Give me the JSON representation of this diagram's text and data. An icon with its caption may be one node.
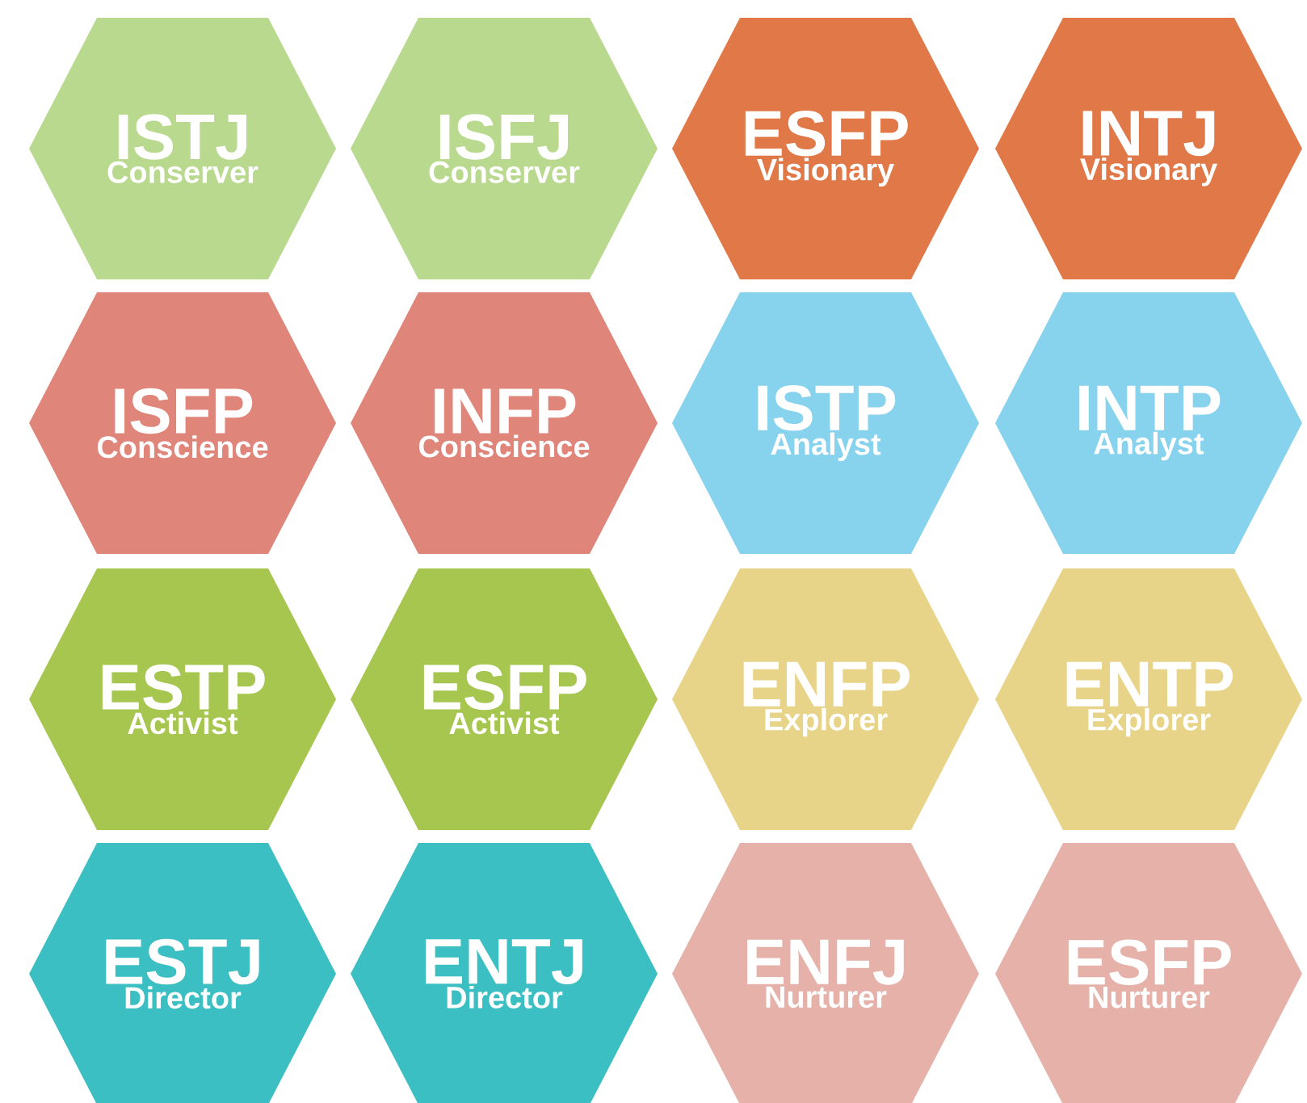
{
  "diagram": {
    "nodes": [
      {
        "text": [
          "ISTJ",
          "Conserver"
        ]
      },
      {
        "text": [
          "ISFJ",
          "Conserver"
        ]
      },
      {
        "text": [
          "ESFP",
          "Visionary"
        ]
      },
      {
        "text": [
          "INTJ",
          "Visionary"
        ]
      },
      {
        "text": [
          "ISFP",
          "Conscience"
        ]
      },
      {
        "text": [
          "INFP",
          "Conscience"
        ]
      },
      {
        "text": [
          "ISTP",
          "Analyst"
        ]
      },
      {
        "text": [
          "INTP",
          "Analyst"
        ]
      },
      {
        "text": [
          "ESTP",
          "Activist"
        ]
      },
      {
        "text": [
          "ESFP",
          "Activist"
        ]
      },
      {
        "text": [
          "ENFP",
          "Explorer"
        ]
      },
      {
        "text": [
          "ENTP",
          "Explorer"
        ]
      },
      {
        "text": [
          "ESTJ",
          "Director"
        ]
      },
      {
        "text": [
          "ENTJ",
          "Director"
        ]
      },
      {
        "text": [
          "ENFJ",
          "Nurturer"
        ]
      },
      {
        "text": [
          "ESFP",
          "Nurturer"
        ]
      }
    ]
  }
}
